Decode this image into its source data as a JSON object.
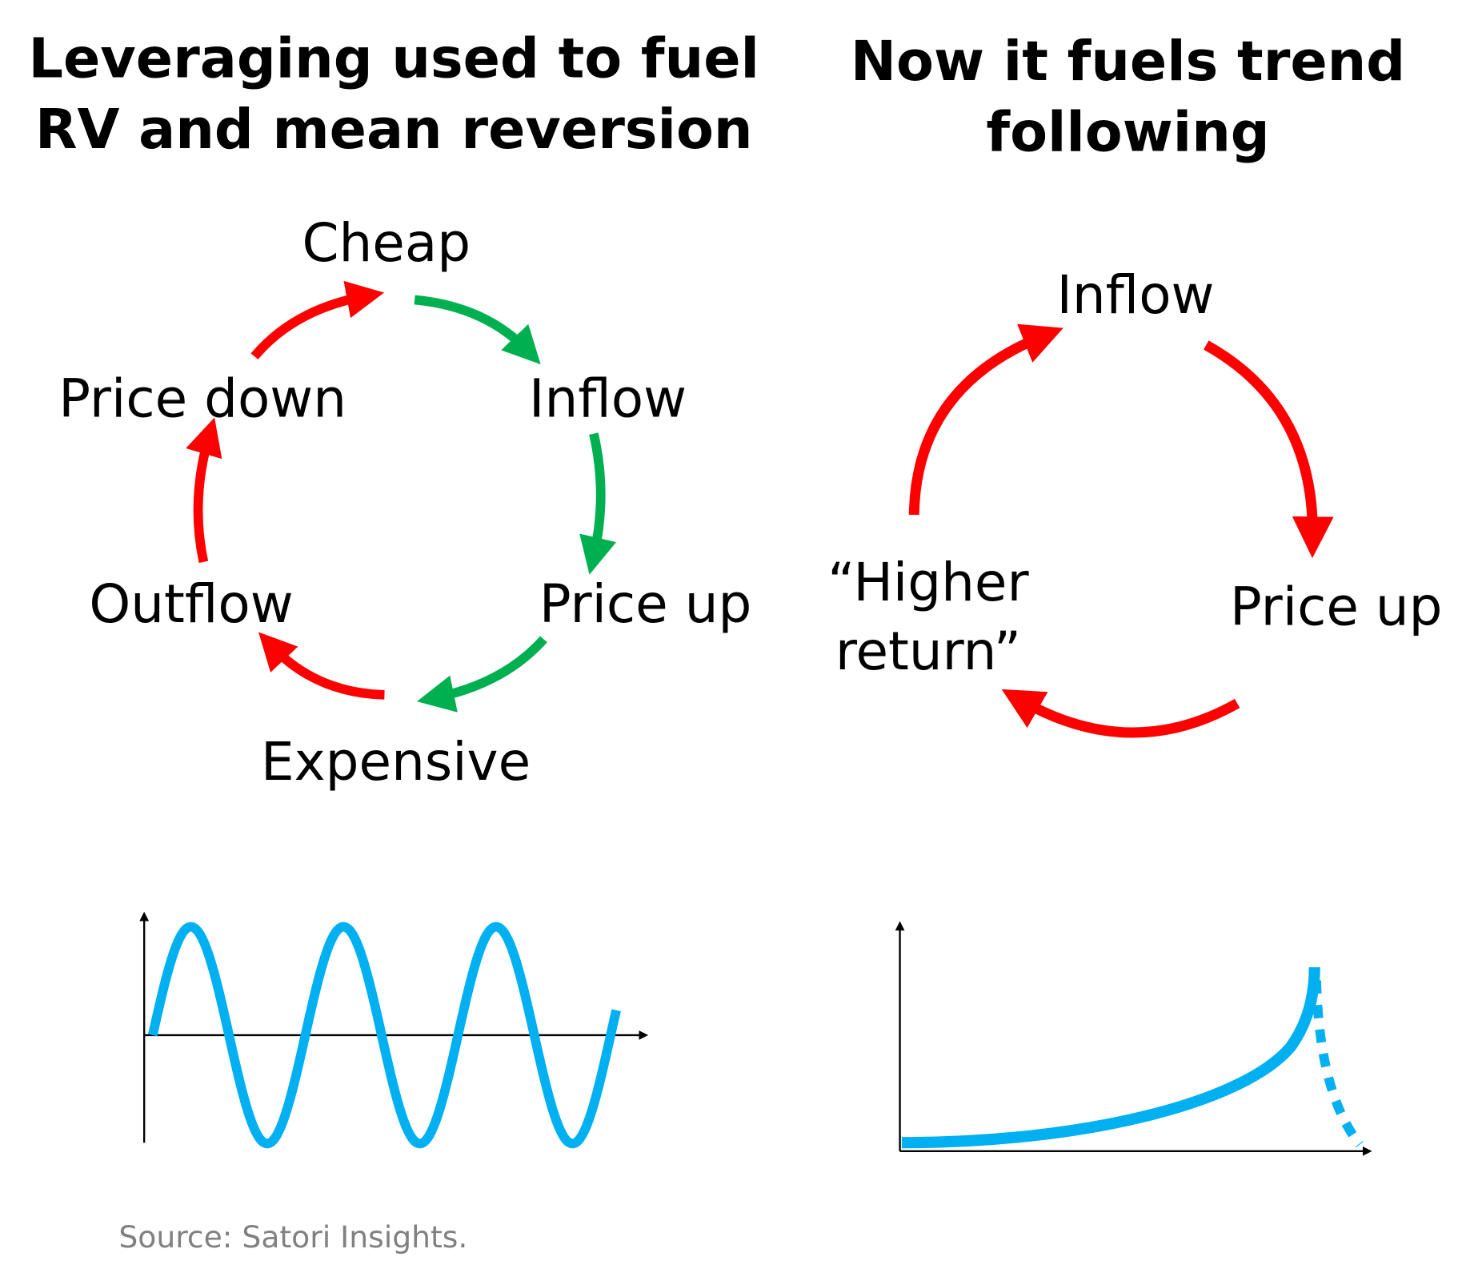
{
  "left": {
    "title_line1": "Leveraging used to fuel",
    "title_line2": "RV and mean reversion",
    "nodes": {
      "cheap": "Cheap",
      "inflow": "Inflow",
      "price_up": "Price up",
      "expensive": "Expensive",
      "outflow": "Outflow",
      "price_down": "Price down"
    }
  },
  "right": {
    "title_line1": "Now it fuels trend",
    "title_line2": "following",
    "nodes": {
      "inflow": "Inflow",
      "price_up": "Price up",
      "higher_line1": "“Higher",
      "higher_line2": "return”"
    }
  },
  "colors": {
    "red": "#ff0000",
    "green": "#00b050",
    "blue": "#00b0f0"
  },
  "source": "Source: Satori Insights."
}
